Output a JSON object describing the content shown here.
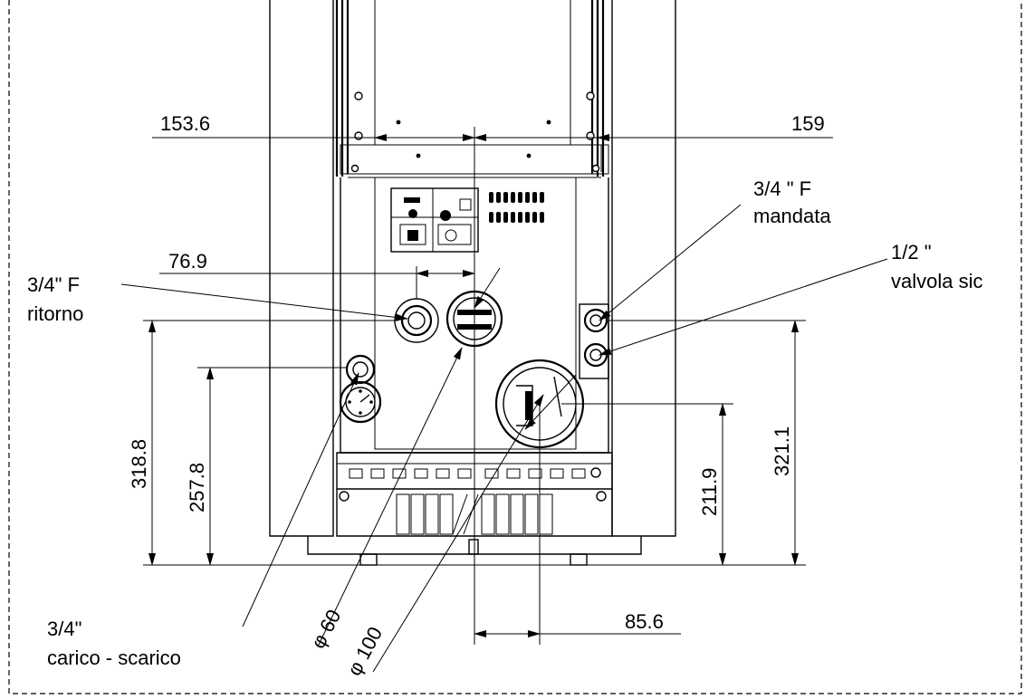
{
  "dimensions": {
    "d_153_6": "153.6",
    "d_159": "159",
    "d_76_9": "76.9",
    "d_318_8": "318.8",
    "d_257_8": "257.8",
    "d_211_9": "211.9",
    "d_321_1": "321.1",
    "d_85_6": "85.6",
    "dia_60": "φ 60",
    "dia_100": "φ 100"
  },
  "labels": {
    "mandata_line1": "3/4 \" F",
    "mandata_line2": "mandata",
    "valvola_line1": "1/2 \"",
    "valvola_line2": "valvola sic",
    "ritorno_line1": "3/4\" F",
    "ritorno_line2": "ritorno",
    "carico_line1": "3/4\"",
    "carico_line2": "carico - scarico"
  }
}
